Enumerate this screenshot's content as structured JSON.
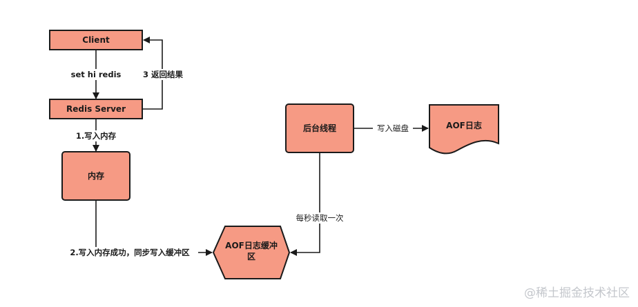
{
  "nodes": {
    "client": "Client",
    "redis_server": "Redis Server",
    "memory": "内存",
    "background_thread": "后台线程",
    "aof_log": "AOF日志",
    "aof_buffer_line1": "AOF日志缓冲",
    "aof_buffer_line2": "区"
  },
  "edges": {
    "set_hi_redis": "set hi redis",
    "return_result": "3 返回结果",
    "write_memory": "1.写入内存",
    "write_buffer": "2.写入内存成功，同步写入缓冲区",
    "read_per_second": "每秒读取一次",
    "write_disk": "写入磁盘"
  },
  "watermark": "@稀土掘金技术社区",
  "colors": {
    "node_fill": "#F69A84",
    "stroke": "#1a1a1a",
    "watermark": "#c4c7cc"
  }
}
